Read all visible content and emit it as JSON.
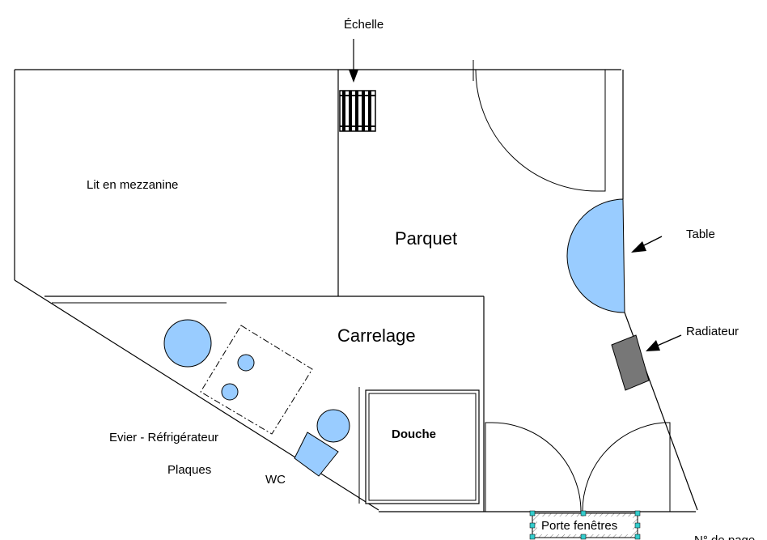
{
  "labels": {
    "echelle": "Échelle",
    "lit": "Lit en mezzanine",
    "parquet": "Parquet",
    "table": "Table",
    "carrelage": "Carrelage",
    "radiateur": "Radiateur",
    "evier": "Evier - Réfrigérateur",
    "plaques": "Plaques",
    "wc": "WC",
    "douche": "Douche",
    "porte_fenetres": "Porte fenêtres",
    "page_number": "N° de page"
  },
  "colors": {
    "furniture_fill": "#99ccff",
    "radiator_fill": "#777777",
    "selection_handle": "#33cccc"
  }
}
